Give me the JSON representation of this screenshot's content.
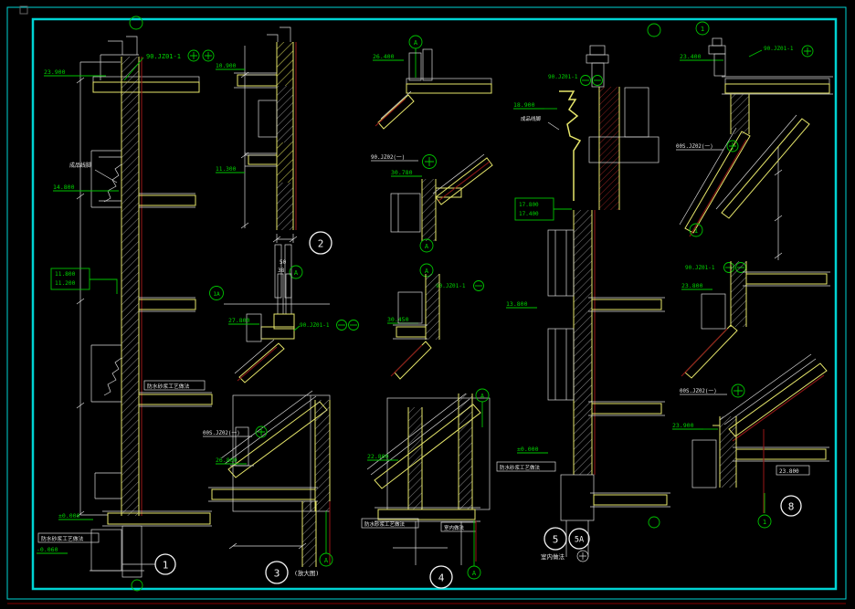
{
  "canvas": {
    "background": "#000000",
    "frame_color": "#00d4d4",
    "line_color": "#d9d9d9",
    "hatch_yellow": "#d8d855",
    "annotation_green": "#00d400",
    "accent_red": "#8c1616"
  },
  "refs": {
    "jz01": "90.JZ01-1",
    "jz02": "90.JZ02(一)",
    "sjz02": "00S.JZ02(一)"
  },
  "notes": {
    "molding": "成品线脚",
    "process": "防水砂浆工艺做法",
    "interior": "室内做法",
    "enlarged": "(放大图)"
  },
  "elevations": {
    "c1_top": "23.900",
    "c1_f3": "14.800",
    "c1_f2a": "11.800",
    "c1_f2b": "11.200",
    "c1_zero": "±0.000",
    "c1_neg": "-0.060",
    "c2_d1": "10.900",
    "c2_d2": "11.300",
    "c2_sill": "27.800",
    "c2_eave": "26.800",
    "c3_top": "26.400",
    "c3_mid": "30.780",
    "c3_low": "30.450",
    "c4_top": "18.900",
    "c4_s1": "17.800",
    "c4_s2": "17.400",
    "c4_mid": "13.800",
    "c4_zero": "±0.000",
    "c4_eave": "22.800",
    "c5_top": "23.400",
    "c5_mid": "23.800",
    "c5_low": "23.900"
  },
  "dims": {
    "d50": "50",
    "d38": "38"
  },
  "details": {
    "n1": "1",
    "n2": "2",
    "n3": "3",
    "n4": "4",
    "n5": "5",
    "n5a": "5A",
    "n8": "8"
  },
  "bubbles": {
    "a": "A",
    "one": "1",
    "onea": "1A"
  }
}
